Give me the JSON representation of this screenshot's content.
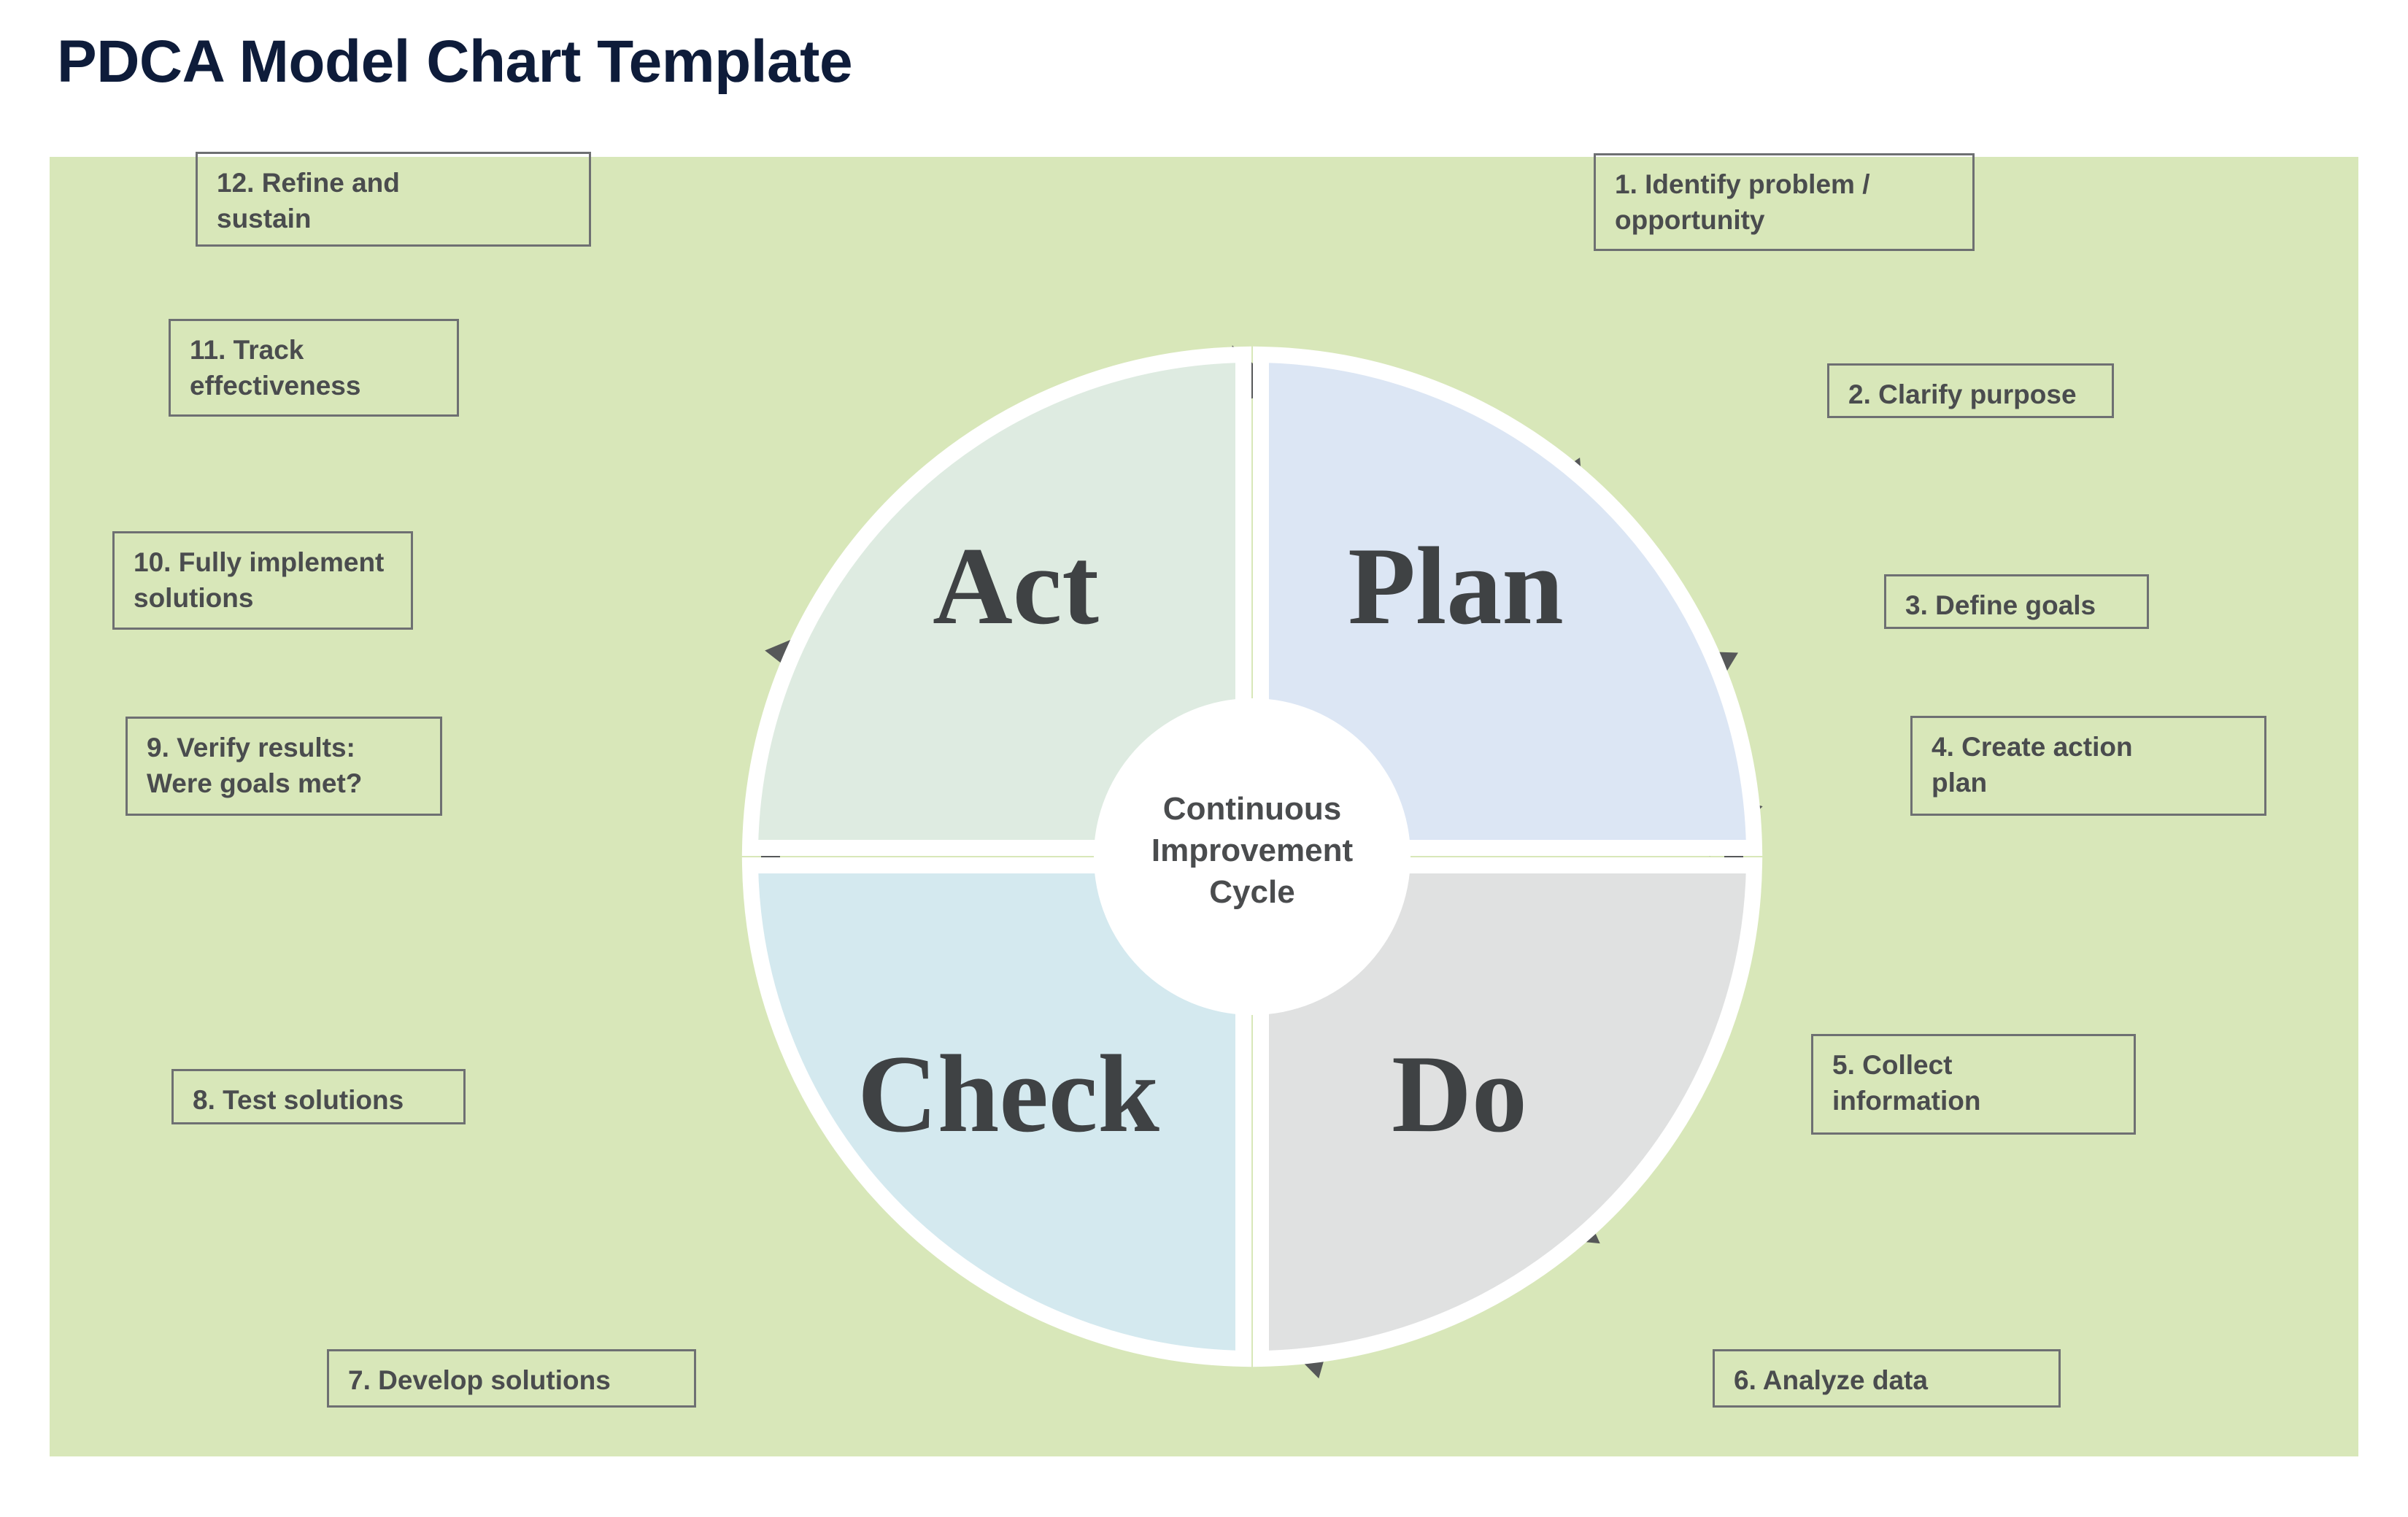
{
  "page": {
    "title": "PDCA Model Chart Template",
    "title_color": "#0E1C3A",
    "panel_bg": "#D8E7B9",
    "page_bg": "#FFFFFF"
  },
  "wheel": {
    "center_text_lines": [
      "Continuous",
      "Improvement",
      "Cycle"
    ],
    "center_fill": "#FFFFFF",
    "quadrants": [
      {
        "id": "plan",
        "label": "Plan",
        "position": "top-right",
        "fill": "#DCE6F4"
      },
      {
        "id": "do",
        "label": "Do",
        "position": "bottom-right",
        "fill": "#E0E1E1"
      },
      {
        "id": "check",
        "label": "Check",
        "position": "bottom-left",
        "fill": "#D4E9EF"
      },
      {
        "id": "act",
        "label": "Act",
        "position": "top-left",
        "fill": "#DEEBE1"
      }
    ],
    "arrow_ring": {
      "direction": "clockwise",
      "dash_color": "#565859",
      "style": "square-dotted",
      "arrowhead_count": 8
    }
  },
  "steps": [
    {
      "n": 1,
      "text": "1. Identify problem /\nopportunity",
      "side": "right"
    },
    {
      "n": 2,
      "text": "2. Clarify purpose",
      "side": "right"
    },
    {
      "n": 3,
      "text": "3. Define goals",
      "side": "right"
    },
    {
      "n": 4,
      "text": "4. Create action\nplan",
      "side": "right"
    },
    {
      "n": 5,
      "text": "5. Collect\ninformation",
      "side": "right"
    },
    {
      "n": 6,
      "text": "6. Analyze data",
      "side": "bottom-right"
    },
    {
      "n": 7,
      "text": "7. Develop solutions",
      "side": "bottom-left"
    },
    {
      "n": 8,
      "text": "8. Test solutions",
      "side": "left"
    },
    {
      "n": 9,
      "text": "9. Verify results:\nWere goals met?",
      "side": "left"
    },
    {
      "n": 10,
      "text": "10. Fully implement\nsolutions",
      "side": "left"
    },
    {
      "n": 11,
      "text": "11. Track\neffectiveness",
      "side": "left"
    },
    {
      "n": 12,
      "text": "12. Refine and\nsustain",
      "side": "top-left"
    }
  ],
  "step_labels": {
    "s1": "1. Identify problem / opportunity",
    "s2": "2. Clarify purpose",
    "s3": "3. Define goals",
    "s4": "4. Create action plan",
    "s5": "5. Collect information",
    "s6": "6. Analyze data",
    "s7": "7. Develop solutions",
    "s8": "8. Test solutions",
    "s9": "9. Verify results: Were goals met?",
    "s10": "10. Fully implement solutions",
    "s11": "11. Track effectiveness",
    "s12": "12. Refine and sustain"
  },
  "step_lines": {
    "s1": [
      "1. Identify problem /",
      "opportunity"
    ],
    "s2": [
      "2. Clarify purpose"
    ],
    "s3": [
      "3. Define goals"
    ],
    "s4": [
      "4. Create action",
      "plan"
    ],
    "s5": [
      "5. Collect",
      "information"
    ],
    "s6": [
      "6. Analyze data"
    ],
    "s7": [
      "7. Develop solutions"
    ],
    "s8": [
      "8. Test solutions"
    ],
    "s9": [
      "9. Verify results:",
      "Were goals met?"
    ],
    "s10": [
      "10. Fully implement",
      "solutions"
    ],
    "s11": [
      "11. Track",
      "effectiveness"
    ],
    "s12": [
      "12. Refine and",
      "sustain"
    ]
  },
  "colors": {
    "label_border": "#6E7072",
    "label_text": "#4A4C4E",
    "ring": "#565859",
    "quad_text": "#3F4244"
  }
}
